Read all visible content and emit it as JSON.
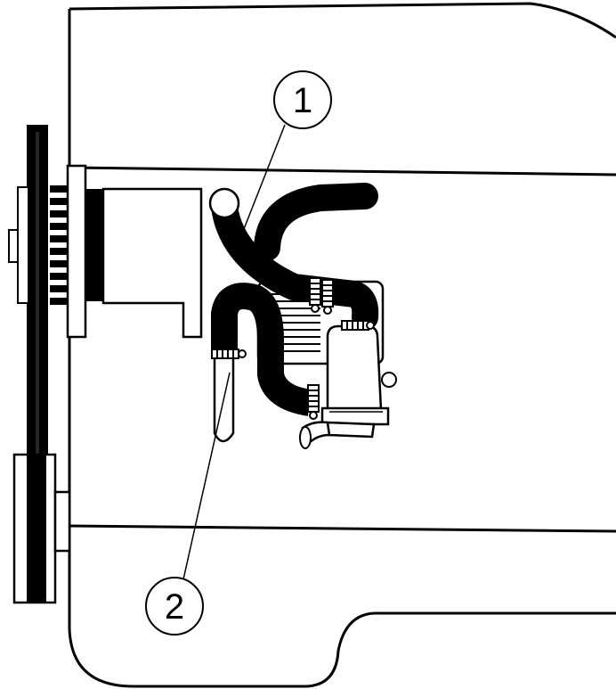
{
  "callouts": [
    {
      "label": "1"
    },
    {
      "label": "2"
    }
  ],
  "colors": {
    "line": "#000000",
    "background": "#ffffff",
    "hose": "#111111",
    "fin": "#000000"
  },
  "icons": [
    "engine-block",
    "drive-belt",
    "pulley",
    "heater-unit",
    "coolant-hose",
    "hose-clamp",
    "drain-tube"
  ]
}
